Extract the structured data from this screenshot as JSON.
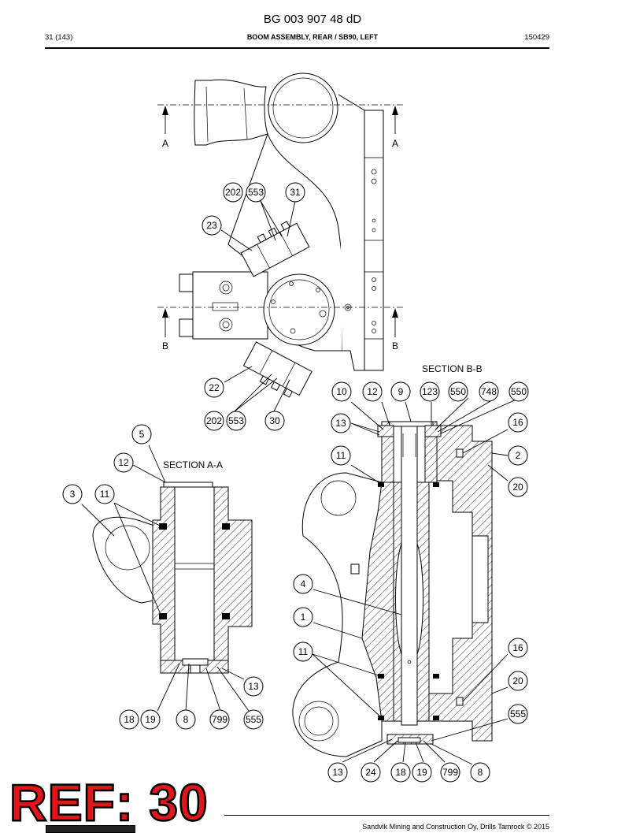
{
  "header": {
    "doc_number": "BG 003 907 48 dD",
    "page": "31 (143)",
    "section_title": "BOOM ASSEMBLY, REAR / SB90, LEFT",
    "date_code": "150429"
  },
  "views": {
    "arrow_a": "A",
    "arrow_b": "B",
    "section_aa": "SECTION A-A",
    "section_bb": "SECTION B-B"
  },
  "balloons": {
    "top": [
      "202",
      "553",
      "31",
      "23",
      "22",
      "202",
      "553",
      "30"
    ],
    "section_aa": [
      "5",
      "12",
      "3",
      "11",
      "13",
      "18",
      "19",
      "8",
      "799",
      "555"
    ],
    "section_bb": [
      "10",
      "12",
      "9",
      "123",
      "550",
      "748",
      "550",
      "13",
      "16",
      "11",
      "2",
      "20",
      "4",
      "1",
      "11",
      "16",
      "20",
      "555",
      "13",
      "24",
      "18",
      "19",
      "799",
      "8"
    ]
  },
  "ref_stamp": "REF: 30",
  "footer": "Sandvik Mining and Construction Oy, Drills Tamrock © 2015",
  "colors": {
    "stamp_red": "#e0161b",
    "line": "#000000"
  }
}
